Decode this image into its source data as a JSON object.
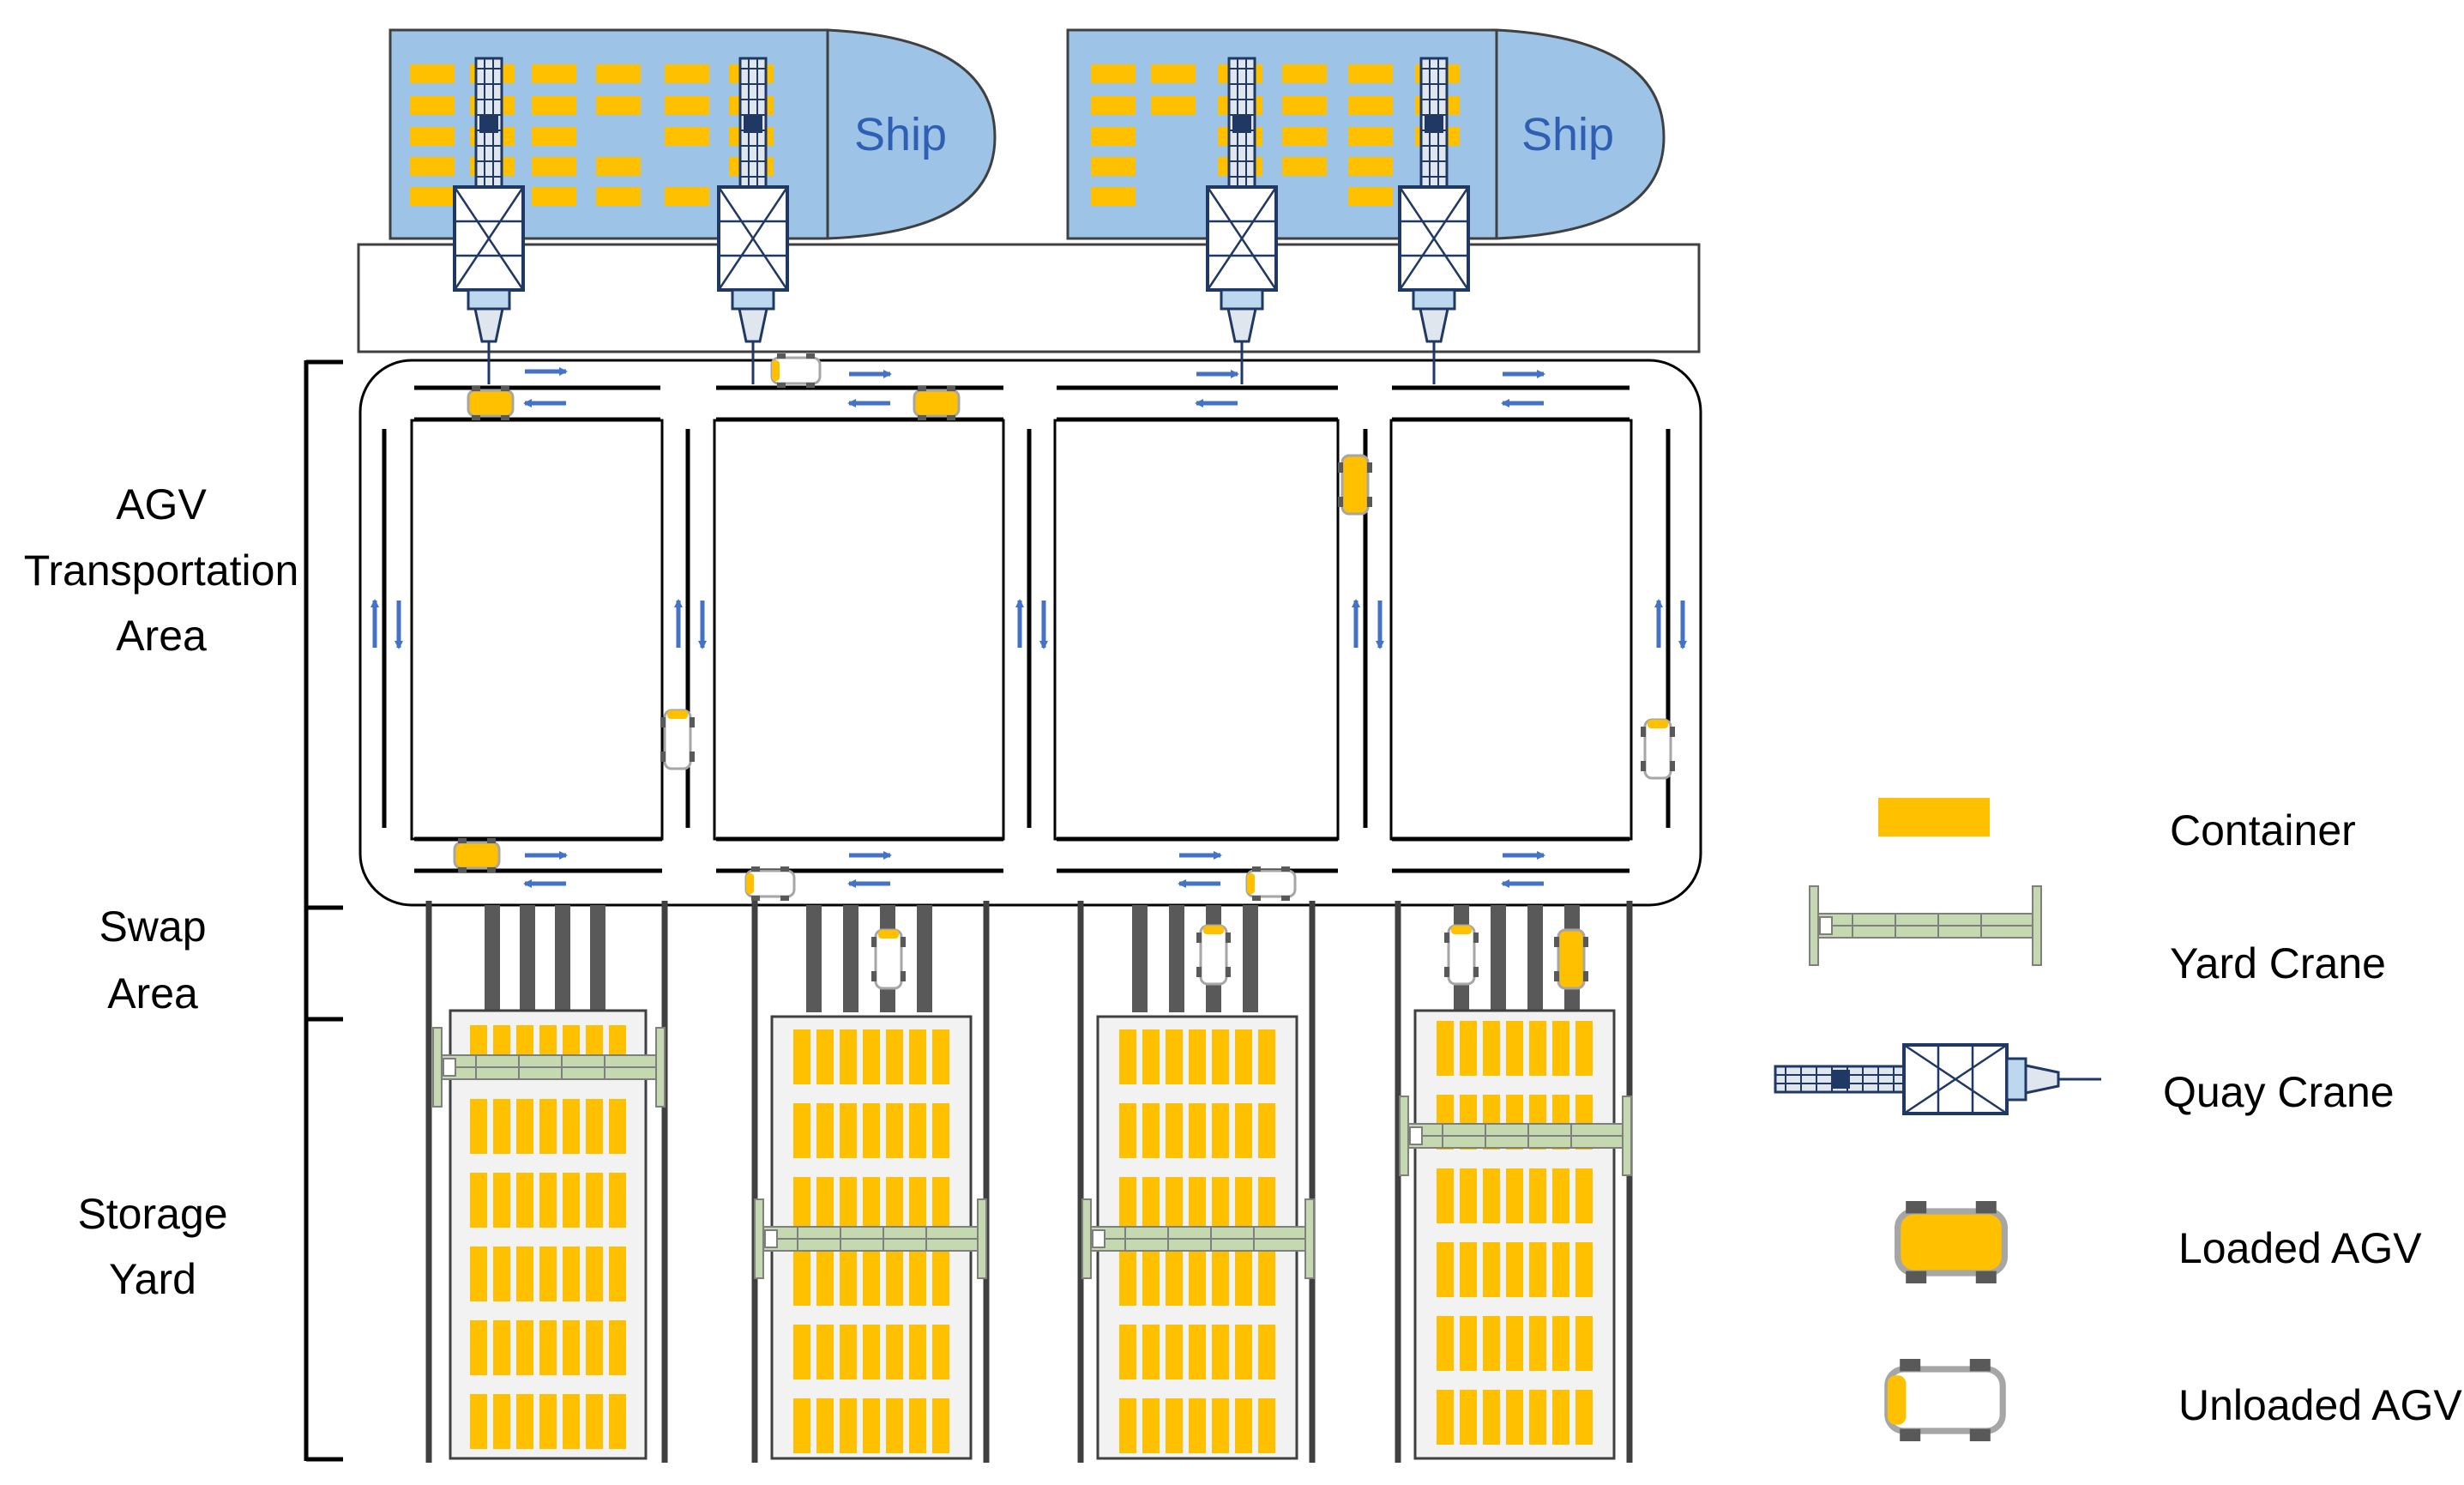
{
  "ships": [
    {
      "label": "Ship"
    },
    {
      "label": "Ship"
    }
  ],
  "zones": {
    "agv_area": [
      "AGV",
      "Transportation",
      "Area"
    ],
    "swap_area": [
      "Swap",
      "Area"
    ],
    "storage_yard": [
      "Storage",
      "Yard"
    ]
  },
  "legend": {
    "container": "Container",
    "yard_crane": "Yard Crane",
    "quay_crane": "Quay Crane",
    "loaded_agv": "Loaded AGV",
    "unloaded_agv": "Unloaded AGV"
  },
  "colors": {
    "ship_fill": "#9dc3e6",
    "container": "#ffc000",
    "arrow": "#4472c4",
    "lane": "#555555",
    "crane": "#203864",
    "yard_crane": "#c5d9b0",
    "yard_bg": "#f2f2f2"
  },
  "icons": [
    "quay-crane-icon",
    "yard-crane-icon",
    "loaded-agv-icon",
    "unloaded-agv-icon",
    "container-icon",
    "bracket-icon"
  ]
}
